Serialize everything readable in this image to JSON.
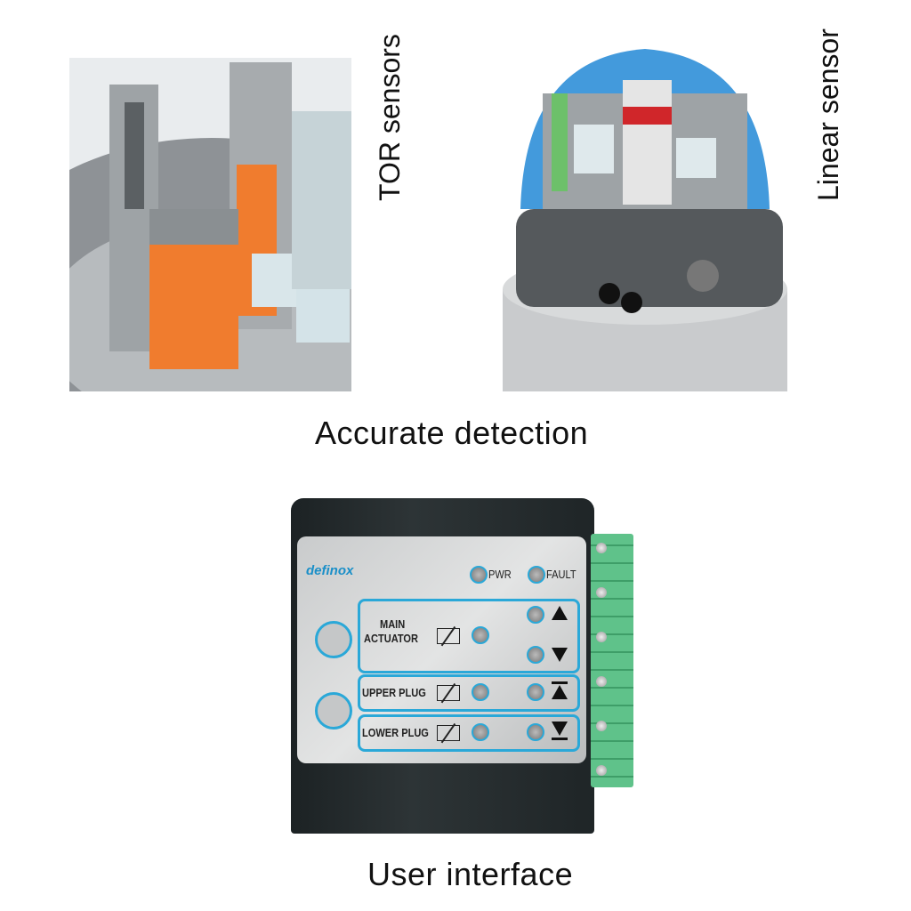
{
  "labels": {
    "tor_sensors": "TOR sensors",
    "linear_sensor": "Linear sensor",
    "accurate_detection": "Accurate detection",
    "user_interface": "User interface"
  },
  "panel": {
    "logo": "definox",
    "pwr": "PWR",
    "fault": "FAULT",
    "main_actuator_line1": "MAIN",
    "main_actuator_line2": "ACTUATOR",
    "upper_plug": "UPPER PLUG",
    "lower_plug": "LOWER PLUG"
  },
  "colors": {
    "accent": "#2aa8d8",
    "orange": "#f07c2e",
    "terminal": "#5fc28a",
    "dome": "#2f8fd8"
  }
}
